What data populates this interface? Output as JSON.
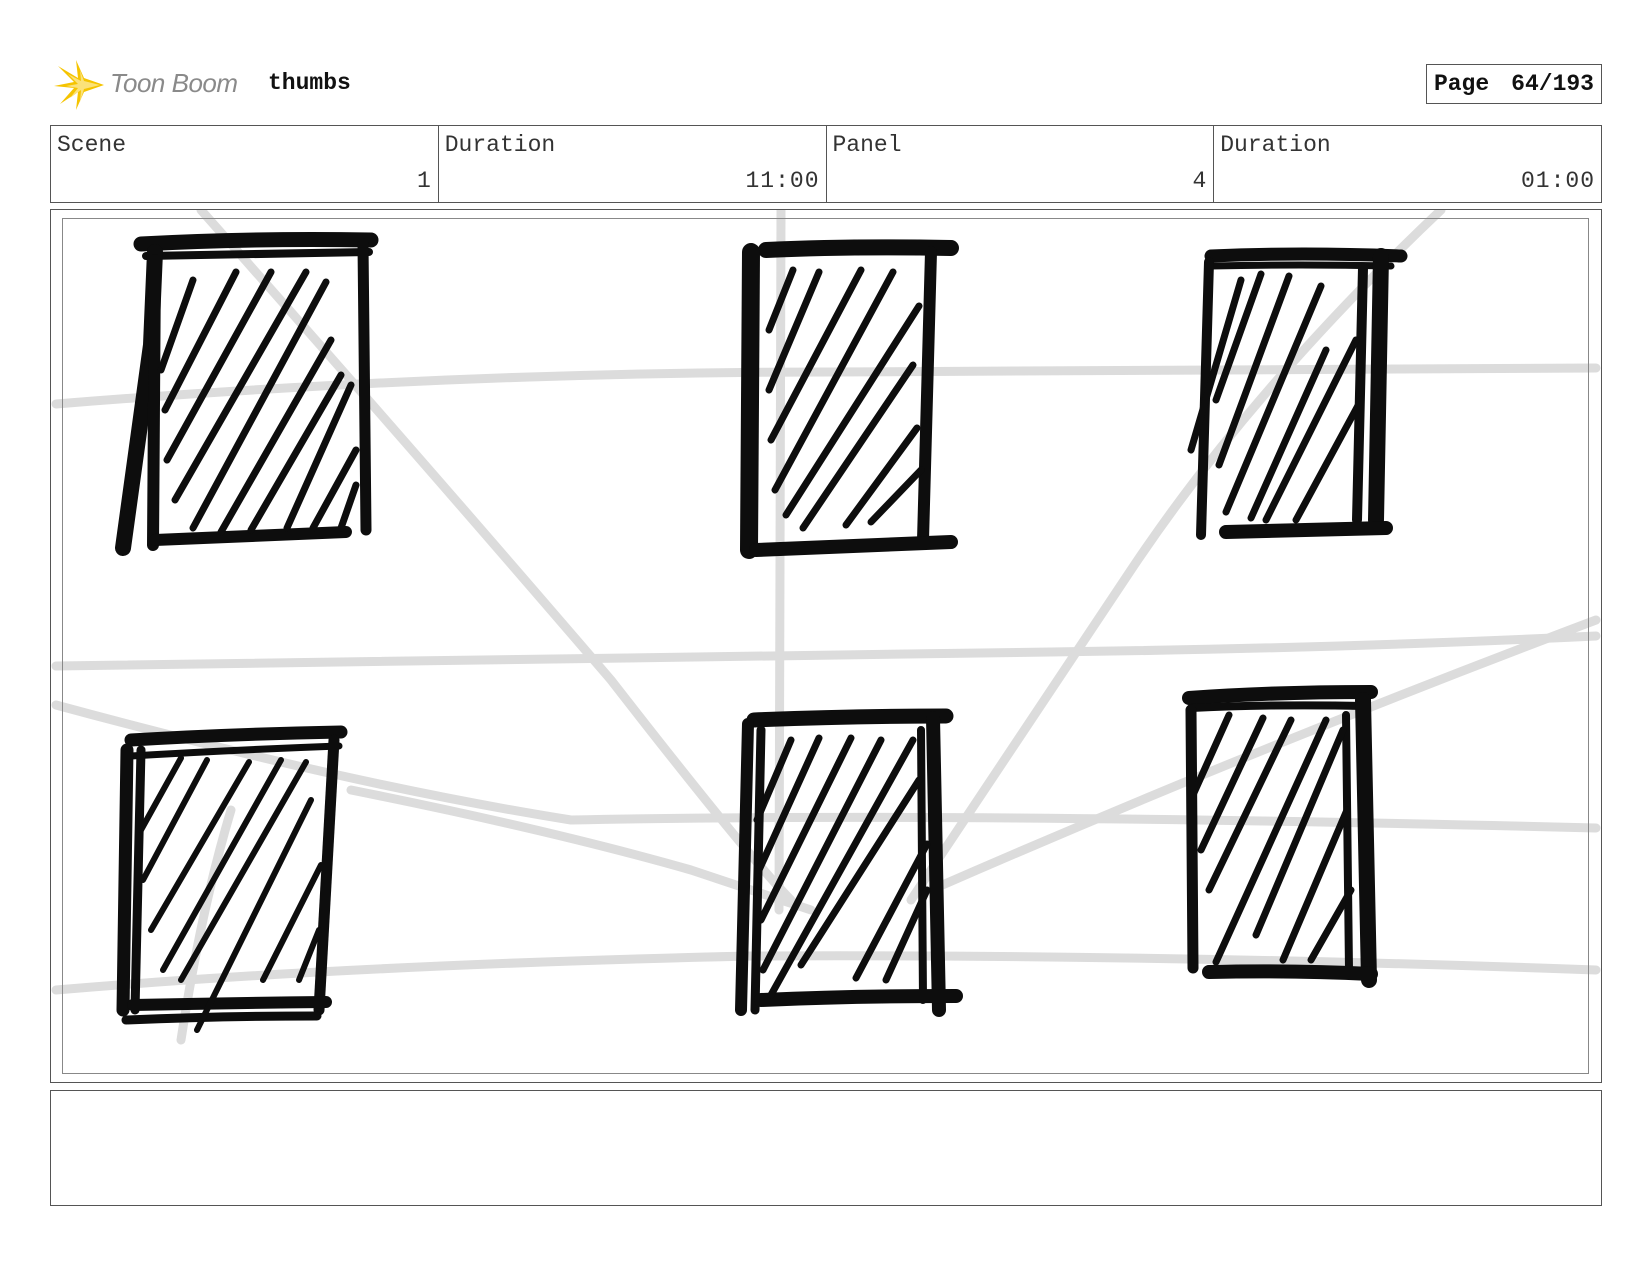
{
  "header": {
    "logo_text": "Toon Boom",
    "project_name": "thumbs",
    "page_label": "Page",
    "page_value": "64/193"
  },
  "info": {
    "scene_label": "Scene",
    "scene_value": "1",
    "scene_duration_label": "Duration",
    "scene_duration_value": "11:00",
    "panel_label": "Panel",
    "panel_value": "4",
    "panel_duration_label": "Duration",
    "panel_duration_value": "01:00"
  },
  "colors": {
    "logo_star": "#f5c400",
    "logo_text": "#8a8a8a",
    "sketch_ink": "#0d0d0d",
    "guide_lines": "#dcdcdc"
  },
  "icons": {
    "logo": "toon-boom-star-icon"
  },
  "notes": {
    "text": ""
  }
}
